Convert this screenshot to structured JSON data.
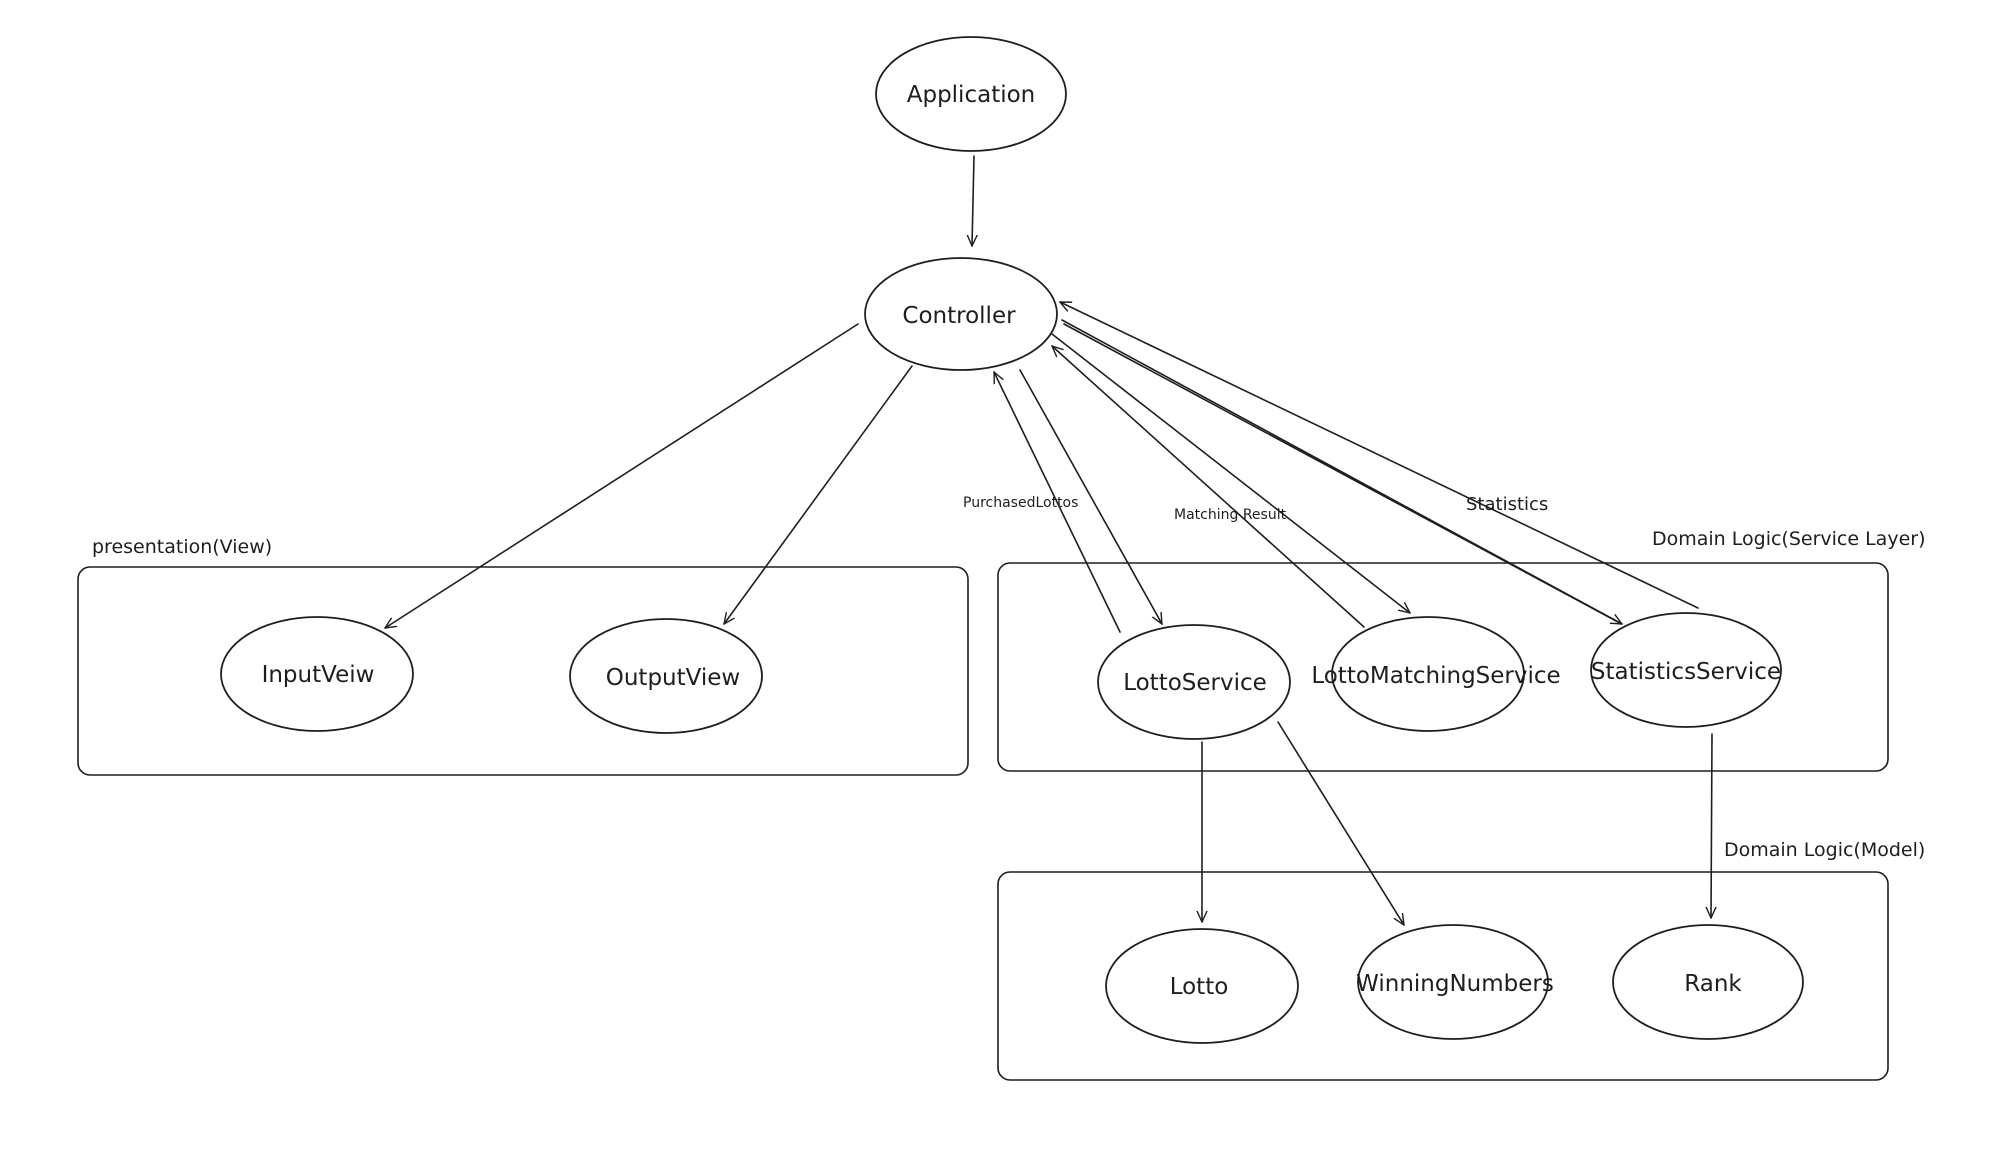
{
  "groups": [
    {
      "id": "presentation",
      "label": "presentation(View)"
    },
    {
      "id": "service",
      "label": "Domain Logic(Service Layer)"
    },
    {
      "id": "model",
      "label": "Domain Logic(Model)"
    }
  ],
  "nodes": [
    {
      "id": "application",
      "label": "Application"
    },
    {
      "id": "controller",
      "label": "Controller"
    },
    {
      "id": "inputview",
      "label": "InputVeiw"
    },
    {
      "id": "outputview",
      "label": "OutputView"
    },
    {
      "id": "lottoservice",
      "label": "LottoService"
    },
    {
      "id": "lottomatchingservice",
      "label": "LottoMatchingService"
    },
    {
      "id": "statisticsservice",
      "label": "StatisticsService"
    },
    {
      "id": "lotto",
      "label": "Lotto"
    },
    {
      "id": "winningnumbers",
      "label": "WinningNumbers"
    },
    {
      "id": "rank",
      "label": "Rank"
    }
  ],
  "edges": [
    {
      "id": "app-controller",
      "from": "application",
      "to": "controller",
      "label": ""
    },
    {
      "id": "controller-inputview",
      "from": "controller",
      "to": "inputview",
      "label": ""
    },
    {
      "id": "controller-outputview",
      "from": "controller",
      "to": "outputview",
      "label": ""
    },
    {
      "id": "controller-lottoservice",
      "from": "controller",
      "to": "lottoservice",
      "label": ""
    },
    {
      "id": "lottoservice-controller",
      "from": "lottoservice",
      "to": "controller",
      "label": "PurchasedLottos"
    },
    {
      "id": "controller-lottomatchingservice",
      "from": "controller",
      "to": "lottomatchingservice",
      "label": ""
    },
    {
      "id": "lottomatchingservice-controller",
      "from": "lottomatchingservice",
      "to": "controller",
      "label": "Matching Result"
    },
    {
      "id": "controller-statisticsservice",
      "from": "controller",
      "to": "statisticsservice",
      "label": ""
    },
    {
      "id": "statisticsservice-controller",
      "from": "statisticsservice",
      "to": "controller",
      "label": "Statistics"
    },
    {
      "id": "lottoservice-lotto",
      "from": "lottoservice",
      "to": "lotto",
      "label": ""
    },
    {
      "id": "lottoservice-winningnumbers",
      "from": "lottoservice",
      "to": "winningnumbers",
      "label": ""
    },
    {
      "id": "statisticsservice-rank",
      "from": "statisticsservice",
      "to": "rank",
      "label": ""
    }
  ]
}
